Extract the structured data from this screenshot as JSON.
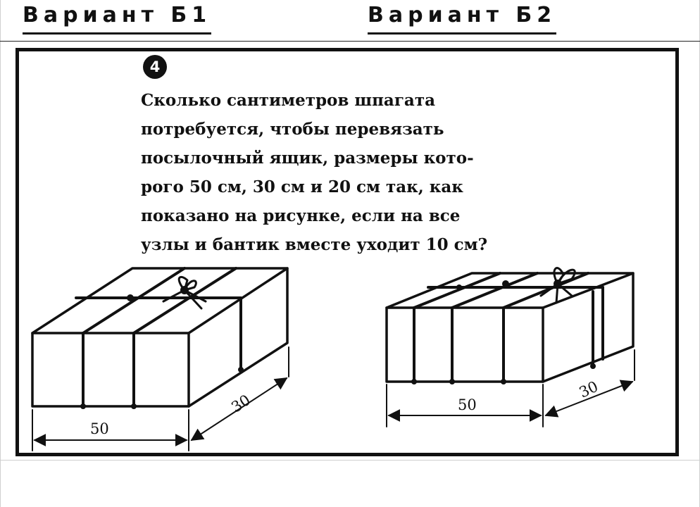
{
  "header": {
    "variant_left": "Вариант Б1",
    "variant_right": "Вариант Б2"
  },
  "task": {
    "number": "4",
    "question_lines": [
      "Сколько сантиметров шпагата",
      "потребуется, чтобы перевязать",
      "посылочный ящик, размеры кото-",
      "рого 50 см, 30 см и 20 см так, как",
      "показано на рисунке, если на все",
      "узлы и бантик вместе уходит 10 см?"
    ]
  },
  "figures": {
    "left_box": {
      "length_label": "50",
      "width_label": "30"
    },
    "right_box": {
      "length_label": "50",
      "width_label": "30"
    }
  }
}
